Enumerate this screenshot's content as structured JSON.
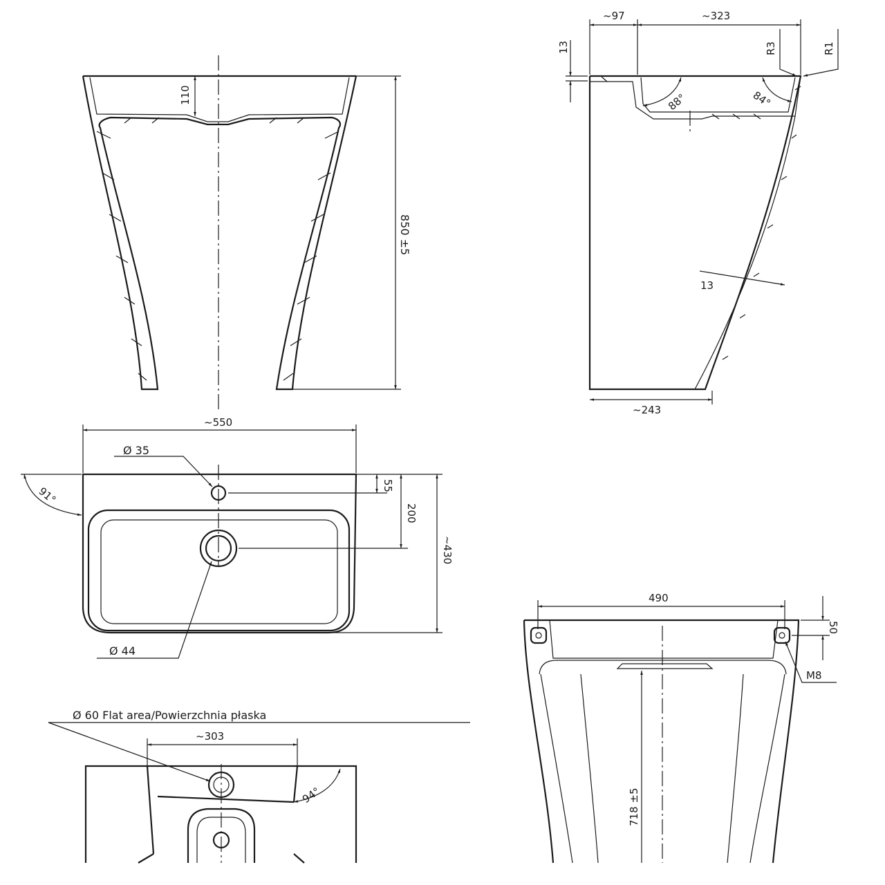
{
  "front_section": {
    "dim_height": "850 ±5",
    "dim_bowl_depth": "110"
  },
  "side_section": {
    "dim_rear": "~97",
    "dim_bowl": "~323",
    "dim_rim": "13",
    "radius_inner": "R3",
    "radius_outer": "R1",
    "angle_rear": "88°",
    "angle_front": "84°",
    "dim_wall": "13",
    "dim_base": "~243"
  },
  "top_view": {
    "dim_width": "~550",
    "tap_hole": "Ø 35",
    "dim_tap_offset": "55",
    "dim_drain_offset": "200",
    "dim_depth": "~430",
    "angle_side": "91°",
    "drain_hole": "Ø 44"
  },
  "bottom_view": {
    "flat_area_note": "Ø 60 Flat area/Powierzchnia płaska",
    "dim_width": "~303",
    "angle": "94°"
  },
  "rear_view": {
    "dim_fixing_spacing": "490",
    "dim_fixing_height": "50",
    "bolt": "M8",
    "dim_height": "718 ±5"
  }
}
